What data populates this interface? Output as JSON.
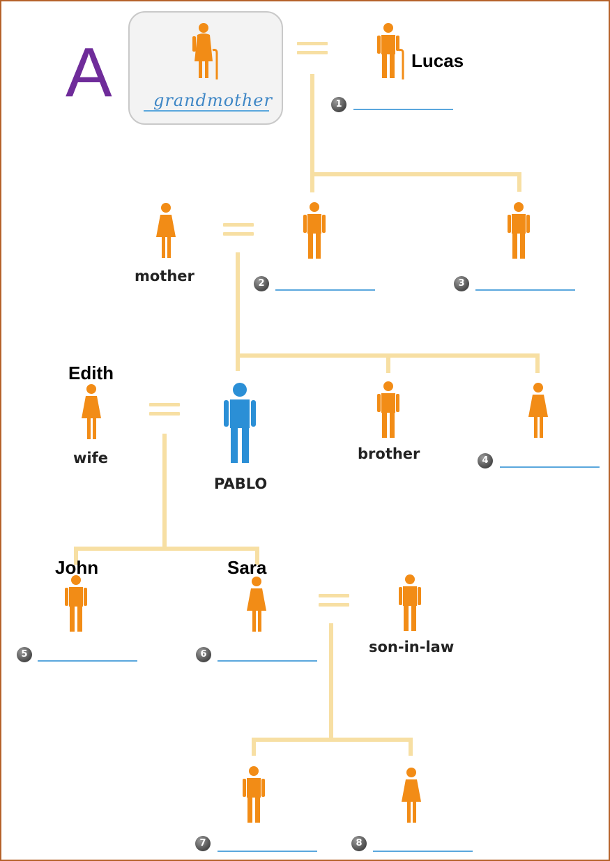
{
  "letter": "A",
  "colors": {
    "person": "#f28c16",
    "focus_person": "#2b8fd6",
    "connector": "#f7dfa3",
    "blank_line": "#5aa7dd",
    "letter": "#6f2c9a",
    "frame": "#b5622a"
  },
  "example": {
    "answer": "grandmother"
  },
  "labels": {
    "lucas": "Lucas",
    "mother": "mother",
    "edith": "Edith",
    "wife": "wife",
    "pablo": "PABLO",
    "brother": "brother",
    "john": "John",
    "sara": "Sara",
    "son_in_law": "son-in-law"
  },
  "blanks": [
    {
      "n": "1"
    },
    {
      "n": "2"
    },
    {
      "n": "3"
    },
    {
      "n": "4"
    },
    {
      "n": "5"
    },
    {
      "n": "6"
    },
    {
      "n": "7"
    },
    {
      "n": "8"
    }
  ]
}
